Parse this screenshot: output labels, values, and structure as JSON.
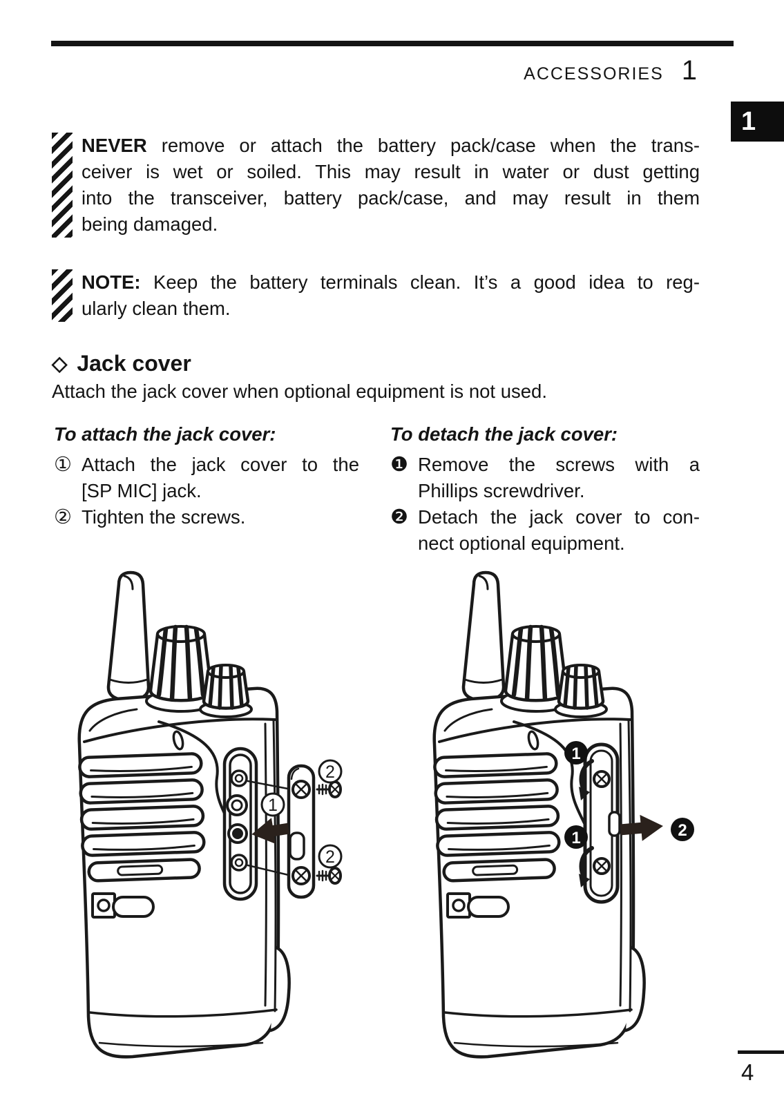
{
  "header": {
    "label": "ACCESSORIES",
    "number": "1",
    "tab": "1"
  },
  "warning": {
    "label": "NEVER",
    "lines": [
      " remove or attach the battery pack/case when the trans-",
      "ceiver is wet or soiled. This may result in water or dust getting",
      "into the transceiver, battery pack/case, and may result in them",
      "being damaged."
    ]
  },
  "note": {
    "label": "NOTE:",
    "lines": [
      " Keep the battery terminals clean. It’s a good idea to reg-",
      "ularly clean them."
    ]
  },
  "section": {
    "marker": "◇",
    "title": "Jack cover",
    "intro": "Attach the jack cover when optional equipment is not used."
  },
  "attach": {
    "title": "To attach the jack cover:",
    "steps": [
      {
        "marker": "①",
        "lines": [
          "Attach the jack cover to the",
          "[SP MIC] jack."
        ]
      },
      {
        "marker": "②",
        "lines": [
          "Tighten the screws."
        ]
      }
    ]
  },
  "detach": {
    "title": "To detach the jack cover:",
    "steps": [
      {
        "marker": "❶",
        "lines": [
          "Remove the screws with a",
          "Phillips screwdriver."
        ]
      },
      {
        "marker": "❷",
        "lines": [
          "Detach the jack cover to con-",
          "nect optional equipment."
        ]
      }
    ]
  },
  "figures": {
    "attach": {
      "cover_callout": "1",
      "screw_callout": "2"
    },
    "detach": {
      "screw_callout": "1",
      "remove_callout": "2"
    }
  },
  "footer": {
    "page_number": "4"
  },
  "colors": {
    "ink": "#141414",
    "arrow": "#2a211c",
    "paper": "#ffffff"
  }
}
